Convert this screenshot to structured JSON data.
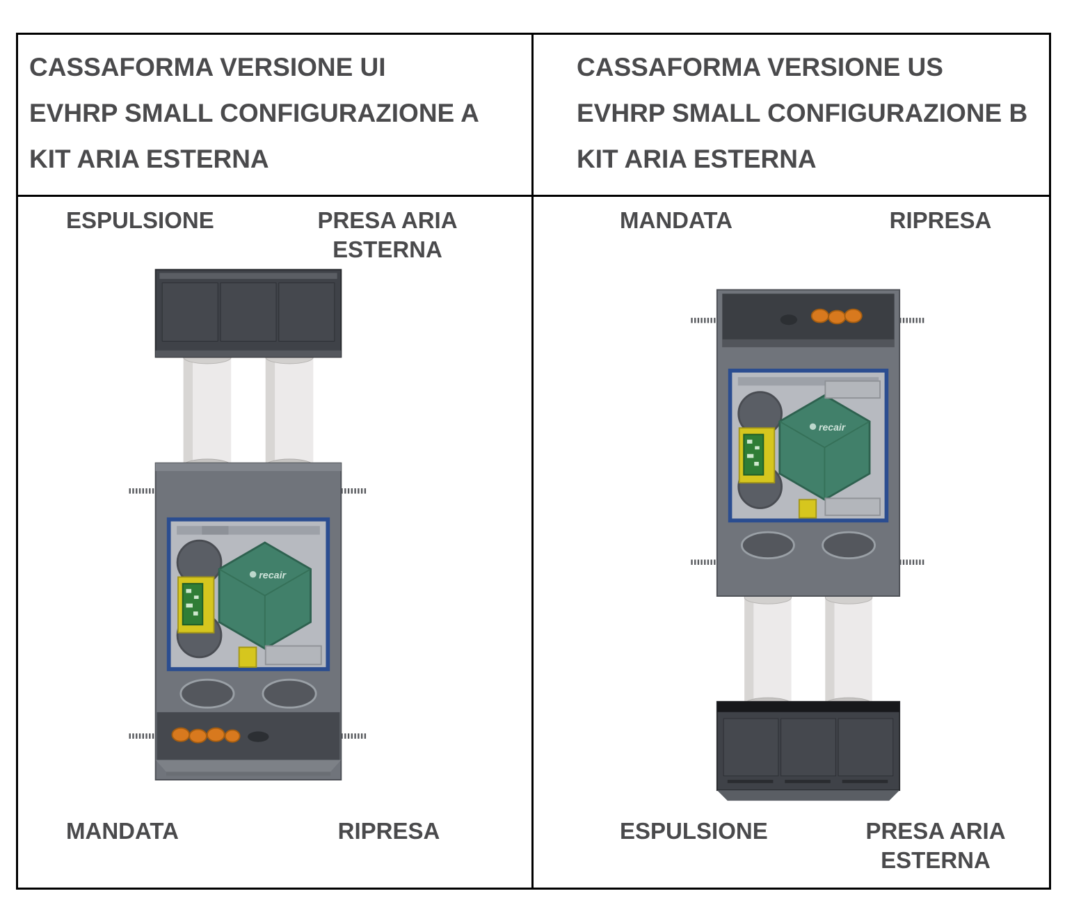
{
  "document": {
    "type": "technical-diagram",
    "brand_logo_text": "recair"
  },
  "panels": [
    {
      "title_lines": [
        "CASSAFORMA VERSIONE UI",
        "EVHRP SMALL CONFIGURAZIONE A",
        "KIT ARIA ESTERNA"
      ],
      "labels": {
        "top_left": "ESPULSIONE",
        "top_right_line1": "PRESA ARIA",
        "top_right_line2": "ESTERNA",
        "bottom_left": "MANDATA",
        "bottom_right_line1": "RIPRESA",
        "bottom_right_line2": ""
      }
    },
    {
      "title_lines": [
        "CASSAFORMA VERSIONE US",
        "EVHRP SMALL CONFIGURAZIONE B",
        "KIT ARIA ESTERNA"
      ],
      "labels": {
        "top_left": "MANDATA",
        "top_right_line1": "RIPRESA",
        "top_right_line2": "",
        "bottom_left": "ESPULSIONE",
        "bottom_right_line1": "PRESA ARIA",
        "bottom_right_line2": "ESTERNA"
      }
    }
  ],
  "colors": {
    "text": "#4a4a4c",
    "cabinet_dark": "#3f4248",
    "cabinet_mid": "#70747b",
    "panel_gray": "#b7bac0",
    "frame_blue": "#2b4d90",
    "exchanger_green": "#41806a",
    "pcb_yellow": "#d6c61e",
    "pcb_green": "#2f7d36",
    "connector_orange": "#d8791e",
    "silencer_white": "#eceaea"
  }
}
